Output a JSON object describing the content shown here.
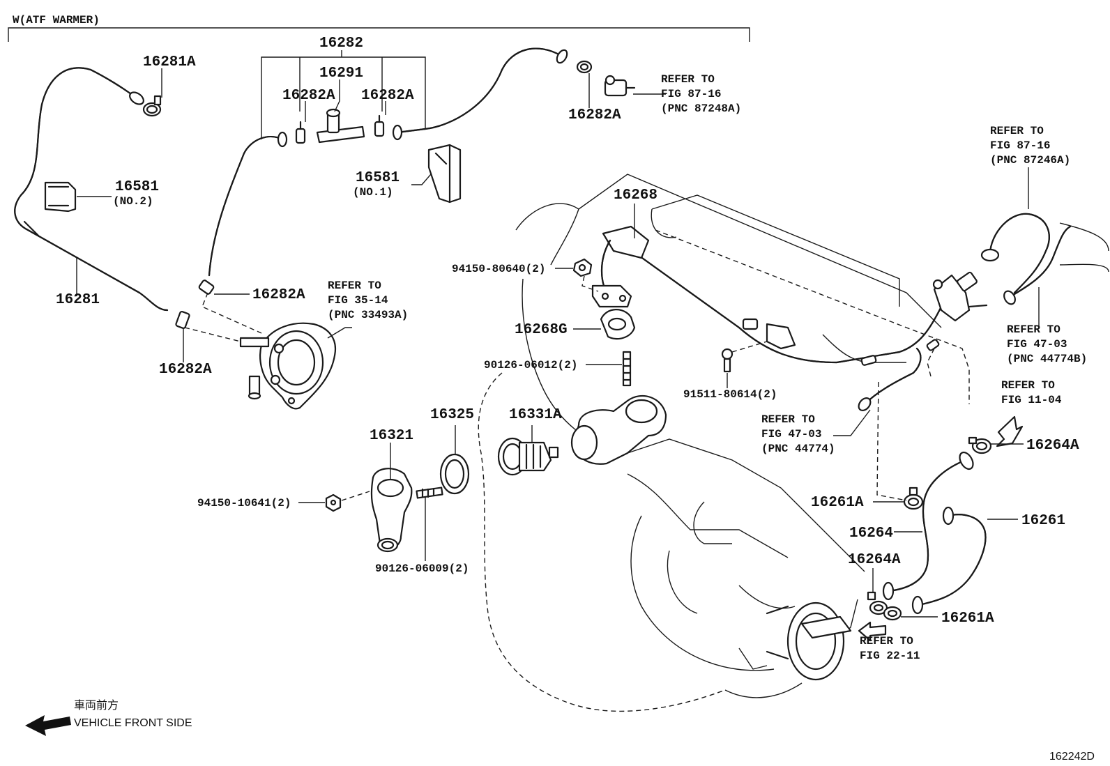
{
  "header": {
    "section": "W(ATF WARMER)"
  },
  "footer": {
    "direction_jp": "車両前方",
    "direction_en": "VEHICLE FRONT SIDE",
    "figure_code": "162242D"
  },
  "labels": {
    "p16282": "16282",
    "p16291": "16291",
    "p16281A": "16281A",
    "p16282A_a": "16282A",
    "p16282A_b": "16282A",
    "p16282A_c": "16282A",
    "p16282A_d": "16282A",
    "p16282A_e": "16282A",
    "p16581_no2": "16581",
    "p16581_no2_sub": "(NO.2)",
    "p16581_no1": "16581",
    "p16581_no1_sub": "(NO.1)",
    "p16281": "16281",
    "p16268": "16268",
    "p16268G": "16268G",
    "b94150_80640": "94150-80640(2)",
    "b90126_06012": "90126-06012(2)",
    "b91511_80614": "91511-80614(2)",
    "p16325": "16325",
    "p16331A": "16331A",
    "p16321": "16321",
    "b94150_10641": "94150-10641(2)",
    "b90126_06009": "90126-06009(2)",
    "p16264A_a": "16264A",
    "p16264A_b": "16264A",
    "p16261A_a": "16261A",
    "p16261A_b": "16261A",
    "p16264": "16264",
    "p16261": "16261"
  },
  "refs": {
    "r1": {
      "l1": "REFER TO",
      "l2": "FIG 87-16",
      "l3": "(PNC 87248A)"
    },
    "r2": {
      "l1": "REFER TO",
      "l2": "FIG 87-16",
      "l3": "(PNC 87246A)"
    },
    "r3": {
      "l1": "REFER TO",
      "l2": "FIG 35-14",
      "l3": "(PNC 33493A)"
    },
    "r4": {
      "l1": "REFER TO",
      "l2": "FIG 47-03",
      "l3": "(PNC 44774B)"
    },
    "r5": {
      "l1": "REFER TO",
      "l2": "FIG 11-04"
    },
    "r6": {
      "l1": "REFER TO",
      "l2": "FIG 47-03",
      "l3": "(PNC 44774)"
    },
    "r7": {
      "l1": "REFER TO",
      "l2": "FIG 22-11"
    }
  }
}
